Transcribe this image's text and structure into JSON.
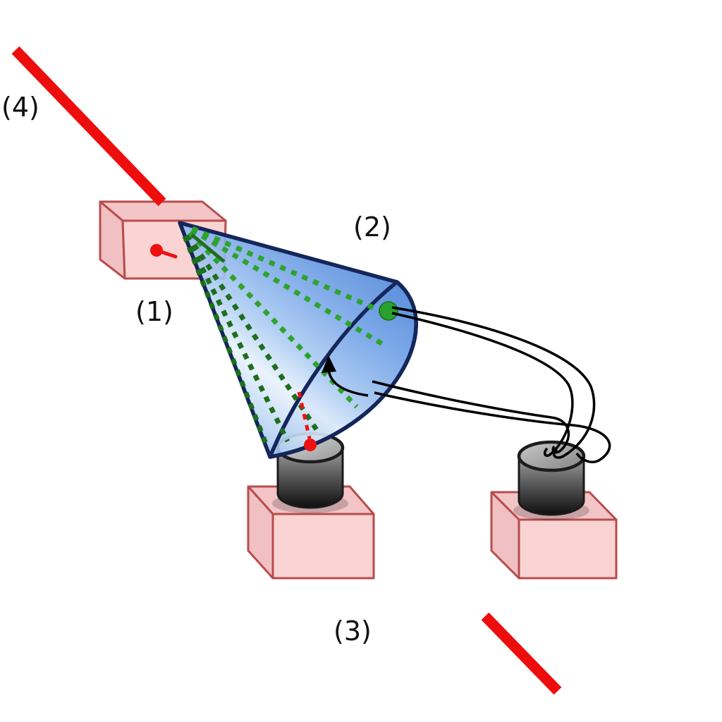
{
  "figure": {
    "description": "Schematic of spontaneous parametric down-conversion: pump laser beam hits a nonlinear crystal, producing a cone of correlated photon pairs detected by two detectors",
    "background": "#ffffff"
  },
  "labels": {
    "crystal": "(1)",
    "cone": "(2)",
    "detector": "(3)",
    "pump_beam": "(4)"
  },
  "colors": {
    "beam_red": "#ee0d0d",
    "photon_red": "#ee1111",
    "crystal_front_pink": "#fad3d3",
    "crystal_top_pink": "#f3c5c7",
    "crystal_side_pink": "#f0c0c3",
    "crystal_border": "#b84c4c",
    "cone_outline_navy": "#14265a",
    "cone_blue_deep": "#4d85d8",
    "cone_blue_light": "#e9f2fc",
    "ray_green_bright": "#2da32d",
    "ray_green_dark": "#1e6e1e",
    "signal_dot_green": "#2ca02c",
    "wire_black": "#000000",
    "cylinder_dark_gray": "#111111",
    "label_text": "#111111"
  }
}
